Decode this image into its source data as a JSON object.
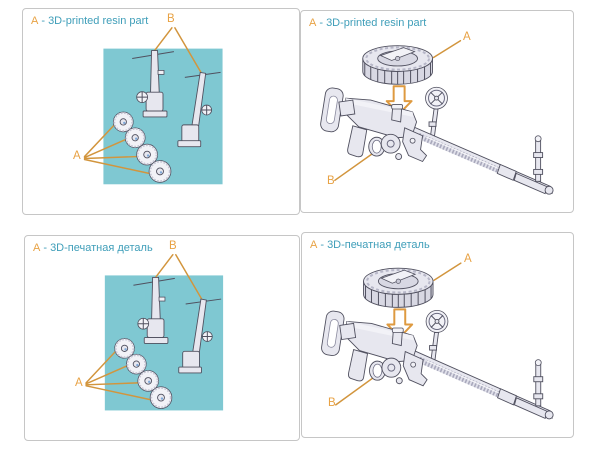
{
  "colors": {
    "accent_orange": "#e8a244",
    "callout_line_orange": "#d2953d",
    "label_teal_text": "#3f9eb9",
    "teal_backdrop": "#7fc8d2",
    "part_fill": "#e7e7ef",
    "part_stroke": "#50505f",
    "panel_border": "#c6c6c6",
    "background": "#ffffff"
  },
  "icons": {
    "down_arrow": "outline arrow pointing down from drum magazine to gun"
  },
  "panels": [
    {
      "id": "top-left",
      "language": "en",
      "label_letter": "A",
      "label_text": "- 3D-printed resin part",
      "callout_a": "A",
      "callout_b": "B",
      "scene": "printed-parts-on-teal-backdrop"
    },
    {
      "id": "top-right",
      "language": "en",
      "label_letter": "A",
      "label_text": "- 3D-printed resin part",
      "callout_a": "A",
      "callout_b": "B",
      "scene": "drum-magazine-onto-machine-gun"
    },
    {
      "id": "bottom-left",
      "language": "ru",
      "label_letter": "А",
      "label_text": "- 3D-печатная деталь",
      "callout_a": "A",
      "callout_b": "B",
      "scene": "printed-parts-on-teal-backdrop"
    },
    {
      "id": "bottom-right",
      "language": "ru",
      "label_letter": "А",
      "label_text": "- 3D-печатная деталь",
      "callout_a": "A",
      "callout_b": "B",
      "scene": "drum-magazine-onto-machine-gun"
    }
  ]
}
